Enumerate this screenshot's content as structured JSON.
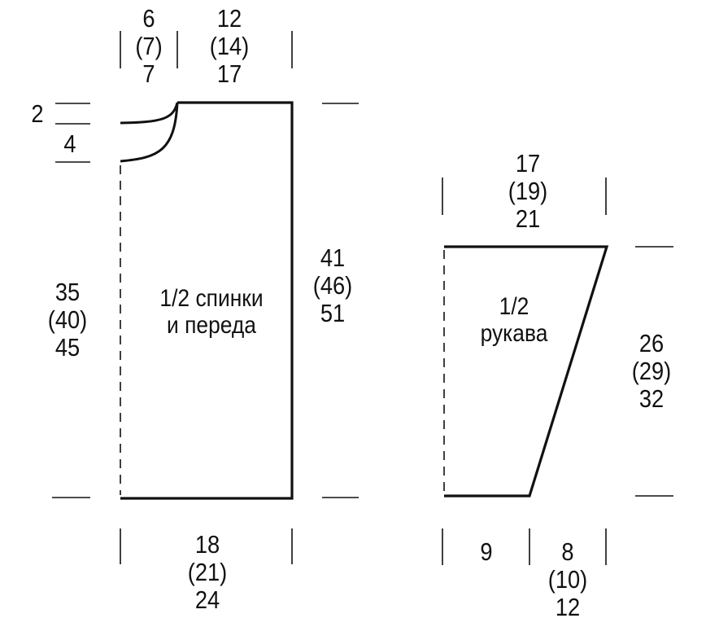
{
  "body_piece": {
    "label": [
      "1/2 спинки",
      "и переда"
    ],
    "neck_width": [
      "6",
      "(7)",
      "7"
    ],
    "shoulder_width": [
      "12",
      "(14)",
      "17"
    ],
    "shoulder_drop": "2",
    "neck_depth": "4",
    "lower_length": [
      "35",
      "(40)",
      "45"
    ],
    "total_length": [
      "41",
      "(46)",
      "51"
    ],
    "bottom_width": [
      "18",
      "(21)",
      "24"
    ]
  },
  "sleeve_piece": {
    "label": [
      "1/2",
      "рукава"
    ],
    "top_width": [
      "17",
      "(19)",
      "21"
    ],
    "length": [
      "26",
      "(29)",
      "32"
    ],
    "bottom_left": "9",
    "bottom_right": [
      "8",
      "(10)",
      "12"
    ]
  },
  "colors": {
    "ink": "#111111",
    "background": "#ffffff"
  }
}
